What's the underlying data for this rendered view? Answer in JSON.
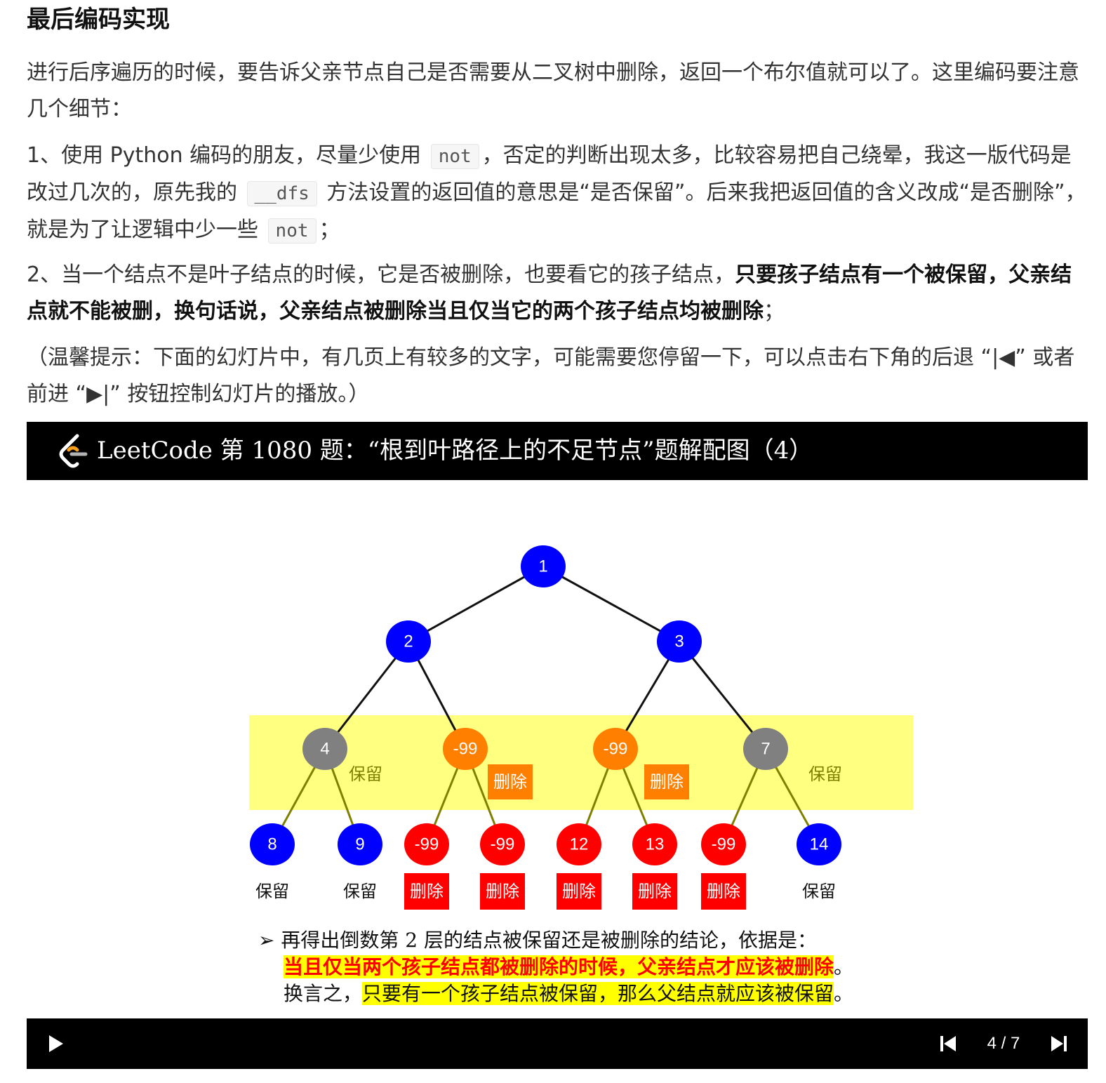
{
  "article": {
    "heading": "最后编码实现",
    "p1": "进行后序遍历的时候，要告诉父亲节点自己是否需要从二叉树中删除，返回一个布尔值就可以了。这里编码要注意几个细节：",
    "p2_a": "1、使用 Python 编码的朋友，尽量少使用",
    "p2_code1": "not",
    "p2_b": "，否定的判断出现太多，比较容易把自己绕晕，我这一版代码是改过几次的，原先我的",
    "p2_code2": "__dfs",
    "p2_c": "方法设置的返回值的意思是“是否保留”。后来我把返回值的含义改成“是否删除”，就是为了让逻辑中少一些",
    "p2_code3": "not",
    "p2_d": "；",
    "p3_a": "2、当一个结点不是叶子结点的时候，它是否被删除，也要看它的孩子结点，",
    "p3_bold": "只要孩子结点有一个被保留，父亲结点就不能被删，换句话说，父亲结点被删除当且仅当它的两个孩子结点均被删除",
    "p3_b": "；",
    "p4": "（温馨提示：下面的幻灯片中，有几页上有较多的文字，可能需要您停留一下，可以点击右下角的后退 “|◀” 或者前进 “▶|” 按钮控制幻灯片的播放。）"
  },
  "slide": {
    "title": "LeetCode 第 1080 题：“根到叶路径上的不足节点”题解配图（4）",
    "tree": {
      "nodes": [
        {
          "id": "n1",
          "label": "1",
          "color": "#0000ff"
        },
        {
          "id": "n2",
          "label": "2",
          "color": "#0000ff"
        },
        {
          "id": "n3",
          "label": "3",
          "color": "#0000ff"
        },
        {
          "id": "n4",
          "label": "4",
          "color": "#808080"
        },
        {
          "id": "n5",
          "label": "-99",
          "color": "#ff8000"
        },
        {
          "id": "n6",
          "label": "-99",
          "color": "#ff8000"
        },
        {
          "id": "n7",
          "label": "7",
          "color": "#808080"
        },
        {
          "id": "n8",
          "label": "8",
          "color": "#0000ff"
        },
        {
          "id": "n9",
          "label": "9",
          "color": "#0000ff"
        },
        {
          "id": "n10",
          "label": "-99",
          "color": "#ff0000"
        },
        {
          "id": "n11",
          "label": "-99",
          "color": "#ff0000"
        },
        {
          "id": "n12",
          "label": "12",
          "color": "#ff0000"
        },
        {
          "id": "n13",
          "label": "13",
          "color": "#ff0000"
        },
        {
          "id": "n14",
          "label": "-99",
          "color": "#ff0000"
        },
        {
          "id": "n15",
          "label": "14",
          "color": "#0000ff"
        }
      ],
      "mid_labels": [
        "保留",
        "删除",
        "删除",
        "保留"
      ],
      "leaf_labels": [
        "保留",
        "保留",
        "删除",
        "删除",
        "删除",
        "删除",
        "删除",
        "保留"
      ],
      "colors": {
        "highlight_band": "#ffff80",
        "delete_box_mid": "#ff8000",
        "delete_box_leaf": "#ff0000"
      }
    },
    "bullet": {
      "marker": "➢",
      "line1": "再得出倒数第 2 层的结点被保留还是被删除的结论，依据是：",
      "line2_hl": "当且仅当两个孩子结点都被删除的时候，父亲结点才应该被删除",
      "line2_end": "。",
      "line3_a": "换言之，",
      "line3_hl": "只要有一个孩子结点被保留，那么父结点就应该被保留",
      "line3_end": "。"
    },
    "controls": {
      "page": "4 / 7",
      "play_icon": "play-icon",
      "prev_icon": "skip-back-icon",
      "next_icon": "skip-forward-icon"
    }
  }
}
